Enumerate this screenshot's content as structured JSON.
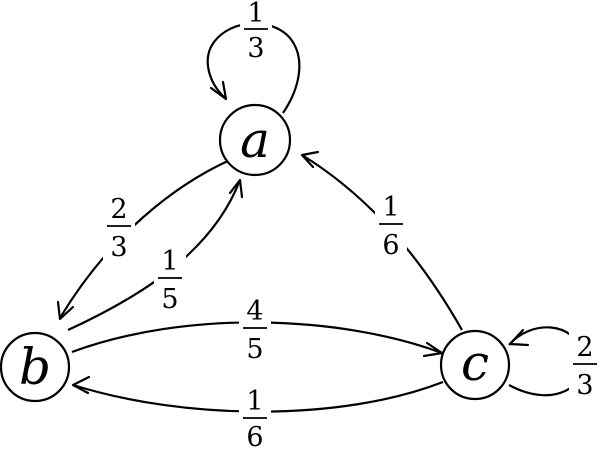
{
  "nodes": {
    "a": {
      "label": "a"
    },
    "b": {
      "label": "b"
    },
    "c": {
      "label": "c"
    }
  },
  "edges": {
    "a_self": {
      "from": "a",
      "to": "a",
      "num": "1",
      "den": "3"
    },
    "a_to_b": {
      "from": "a",
      "to": "b",
      "num": "2",
      "den": "3"
    },
    "b_to_a": {
      "from": "b",
      "to": "a",
      "num": "1",
      "den": "5"
    },
    "c_to_a": {
      "from": "c",
      "to": "a",
      "num": "1",
      "den": "6"
    },
    "b_to_c": {
      "from": "b",
      "to": "c",
      "num": "4",
      "den": "5"
    },
    "c_to_b": {
      "from": "c",
      "to": "b",
      "num": "1",
      "den": "6"
    },
    "c_self": {
      "from": "c",
      "to": "c",
      "num": "2",
      "den": "3"
    }
  }
}
